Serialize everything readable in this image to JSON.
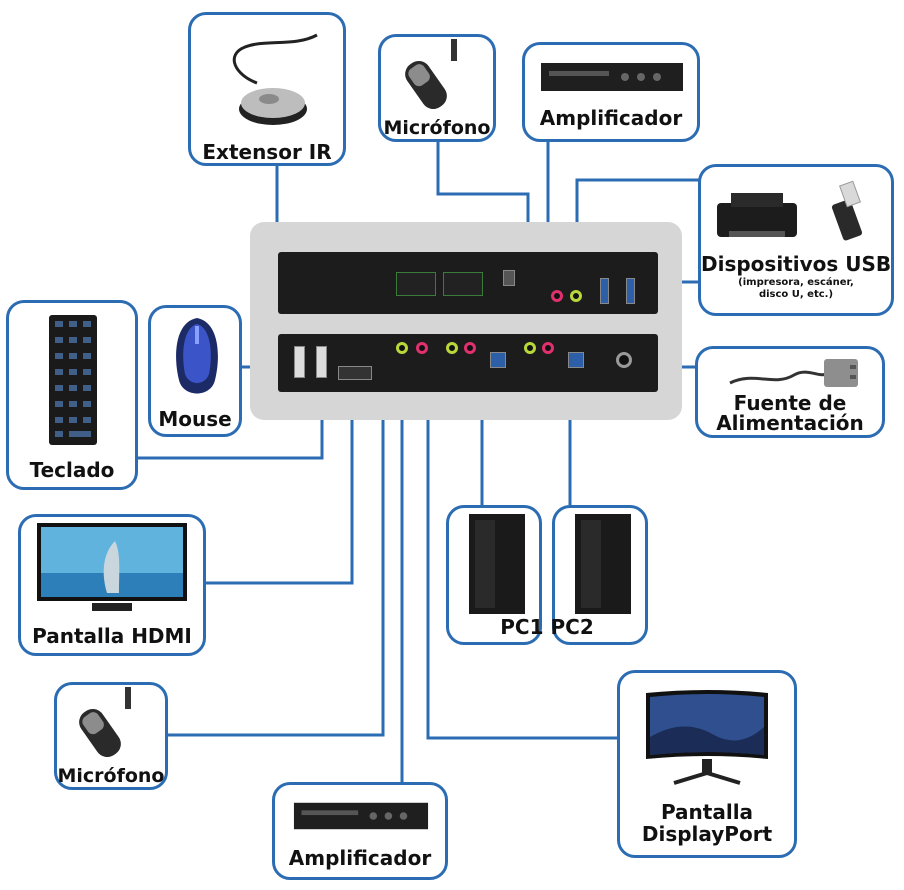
{
  "labels": {
    "ir_extender": "Extensor IR",
    "mic_top": "Micrófono",
    "amp_top": "Amplificador",
    "usb_devices": "Dispositivos USB",
    "usb_devices_sub": "(impresora, escáner, disco U, etc.)",
    "keyboard": "Teclado",
    "mouse": "Mouse",
    "power_supply": "Fuente de Alimentación",
    "hdmi_display": "Pantalla HDMI",
    "pc1_pc2": "PC1 PC2",
    "mic_bottom": "Micrófono",
    "amp_bottom": "Amplificador",
    "displayport_display": "Pantalla DisplayPort"
  },
  "colors": {
    "box_border": "#2b6cb3",
    "wire": "#2b6cb3",
    "mic_jack": "#e0306e",
    "audio_jack": "#b8d83a"
  }
}
